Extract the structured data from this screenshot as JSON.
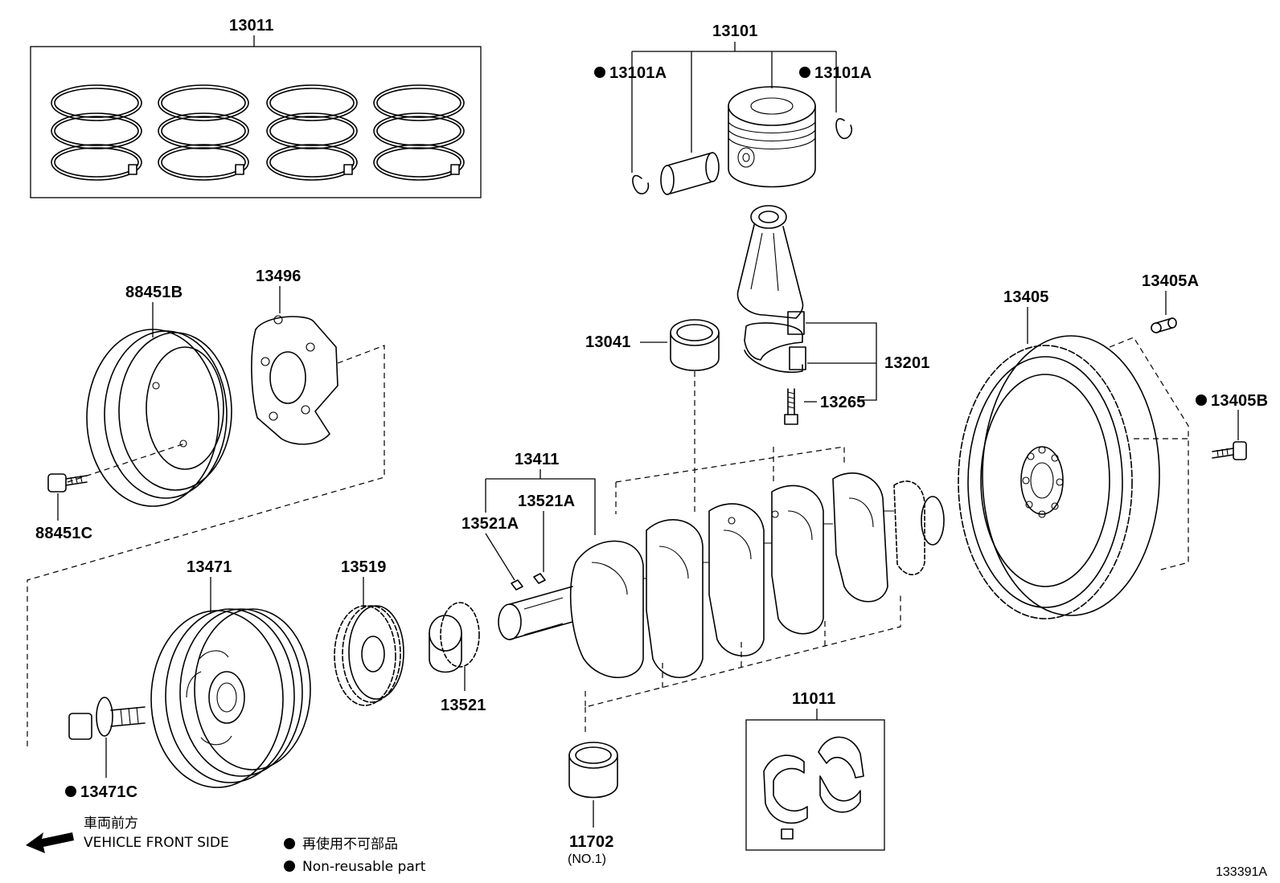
{
  "parts": {
    "p13011": "13011",
    "p13101": "13101",
    "p13101A_left": "13101A",
    "p13101A_right": "13101A",
    "p13041": "13041",
    "p13201": "13201",
    "p13265": "13265",
    "p88451B": "88451B",
    "p88451C": "88451C",
    "p13496": "13496",
    "p13411": "13411",
    "p13521A_left": "13521A",
    "p13521A_right": "13521A",
    "p13405": "13405",
    "p13405A": "13405A",
    "p13405B": "13405B",
    "p13471": "13471",
    "p13471C": "13471C",
    "p13519": "13519",
    "p13521": "13521",
    "p11011": "11011",
    "p11702": "11702",
    "p11702_note": "(NO.1)"
  },
  "legend": {
    "front_jp": "車両前方",
    "front_en": "VEHICLE FRONT SIDE",
    "nonreusable_jp": "再使用不可部品",
    "nonreusable_en": "Non-reusable part"
  },
  "diagram_id": "133391A"
}
